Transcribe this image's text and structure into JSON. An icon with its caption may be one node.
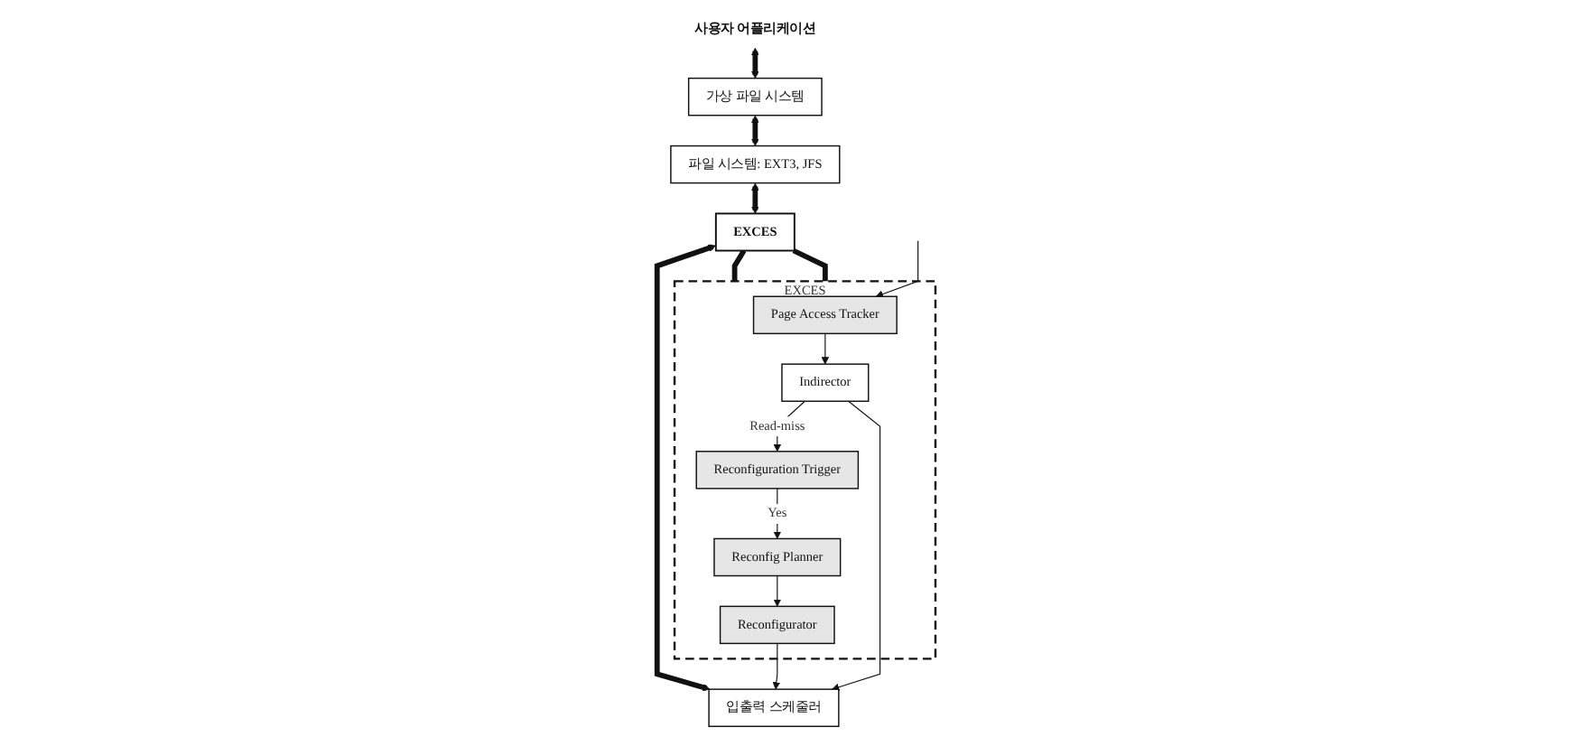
{
  "diagram": {
    "nodes": [
      {
        "text": [
          "사용자 어플리케이션"
        ]
      },
      {
        "text": [
          "가상 파일 시스템"
        ]
      },
      {
        "text": [
          "파일 시스템: EXT3, JFS"
        ]
      },
      {
        "text": [
          "EXCES"
        ]
      },
      {
        "text": [
          "입출력 스케줄러"
        ]
      },
      {
        "text": [
          "EXCES"
        ]
      },
      {
        "text": [
          "Page Access Tracker"
        ],
        "in": 5
      },
      {
        "text": [
          "Reconfiguration Trigger"
        ],
        "in": 5
      },
      {
        "text": [
          "Reconfig Planner"
        ],
        "in": 5
      },
      {
        "text": [
          "Indirector"
        ],
        "in": 5
      },
      {
        "text": [
          "Reconfigurator"
        ],
        "in": 5
      }
    ],
    "edges": [
      {
        "from": 0,
        "to": 1,
        "arrow": "both",
        "style": "thick"
      },
      {
        "from": 1,
        "to": 2,
        "arrow": "both",
        "style": "thick"
      },
      {
        "from": 2,
        "to": 3,
        "arrow": "both",
        "style": "thick"
      },
      {
        "from": 3,
        "to": 4,
        "arrow": "both",
        "style": "thick"
      },
      {
        "from": 3,
        "to": 5,
        "arrow": "none",
        "style": "thick"
      },
      {
        "from": 3,
        "to": 5,
        "arrow": "none",
        "style": "thick"
      },
      {
        "from": null,
        "to": 6,
        "arrow": "to"
      },
      {
        "from": 6,
        "to": 9,
        "arrow": "to"
      },
      {
        "from": 9,
        "to": 7,
        "label": "Read-miss",
        "arrow": "to"
      },
      {
        "from": 7,
        "to": 8,
        "label": "Yes",
        "arrow": "to"
      },
      {
        "from": 8,
        "to": 10,
        "arrow": "to"
      },
      {
        "from": 9,
        "to": 4,
        "arrow": "to"
      },
      {
        "from": 10,
        "to": 4,
        "arrow": "to"
      }
    ]
  }
}
